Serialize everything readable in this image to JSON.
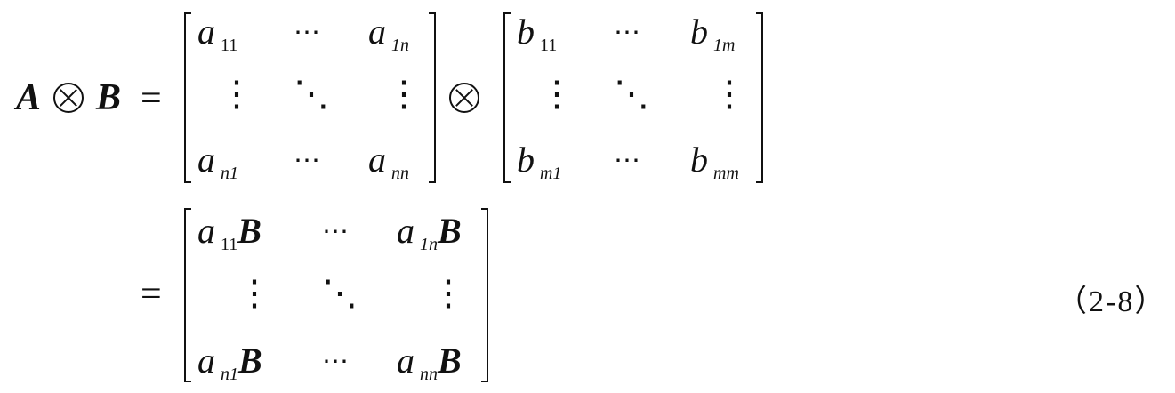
{
  "equation": {
    "lhs": {
      "A": "A",
      "B": "B"
    },
    "equals": "=",
    "matrix_a": {
      "row1": {
        "c1_base": "a",
        "c1_sub": "11",
        "c2": "⋯",
        "c3_base": "a",
        "c3_sub": "1n"
      },
      "row2": {
        "c1": "⋮",
        "c2": "⋱",
        "c3": "⋮"
      },
      "row3": {
        "c1_base": "a",
        "c1_sub": "n1",
        "c2": "⋯",
        "c3_base": "a",
        "c3_sub": "nn"
      }
    },
    "matrix_b": {
      "row1": {
        "c1_base": "b",
        "c1_sub": "11",
        "c2": "⋯",
        "c3_base": "b",
        "c3_sub": "1m"
      },
      "row2": {
        "c1": "⋮",
        "c2": "⋱",
        "c3": "⋮"
      },
      "row3": {
        "c1_base": "b",
        "c1_sub": "m1",
        "c2": "⋯",
        "c3_base": "b",
        "c3_sub": "mm"
      }
    },
    "matrix_result": {
      "row1": {
        "c1_base": "a",
        "c1_sub": "11",
        "c1_B": "B",
        "c2": "⋯",
        "c3_base": "a",
        "c3_sub": "1n",
        "c3_B": "B"
      },
      "row2": {
        "c1": "⋮",
        "c2": "⋱",
        "c3": "⋮"
      },
      "row3": {
        "c1_base": "a",
        "c1_sub": "n1",
        "c1_B": "B",
        "c2": "⋯",
        "c3_base": "a",
        "c3_sub": "nn",
        "c3_B": "B"
      }
    },
    "number": "（2-8）"
  }
}
